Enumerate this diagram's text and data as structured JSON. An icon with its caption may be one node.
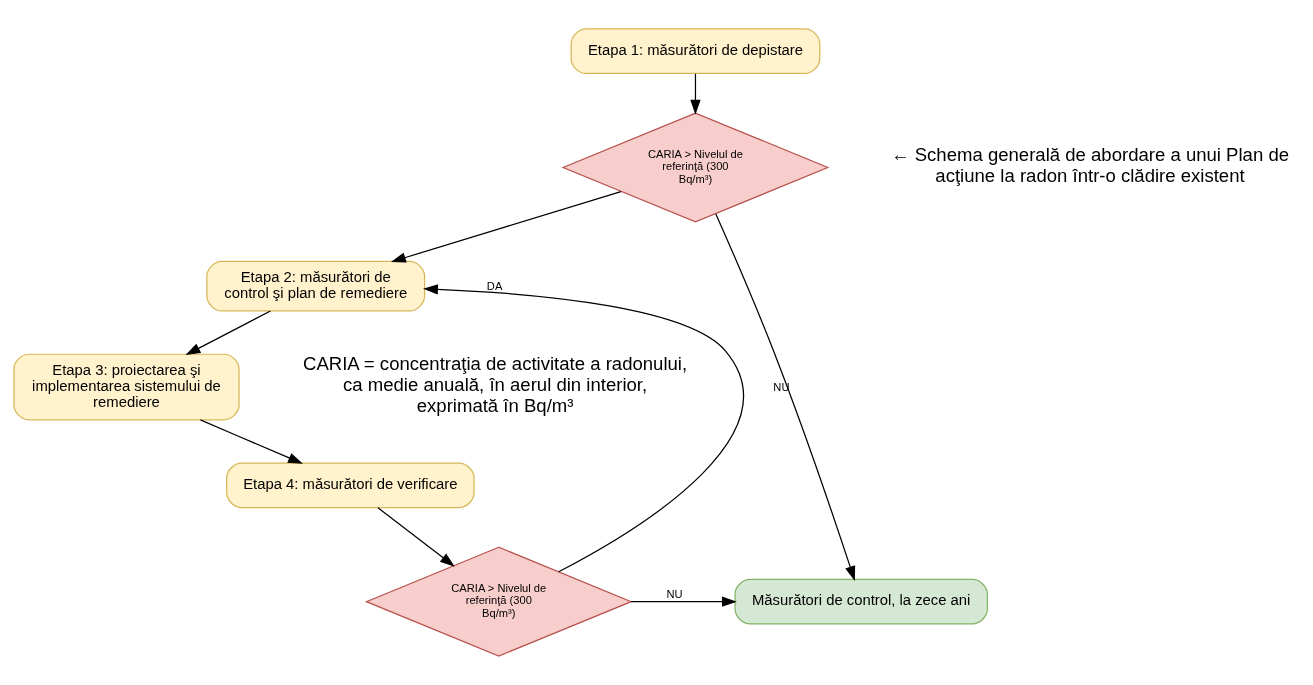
{
  "diagram": {
    "nodes": [
      {
        "text": [
          "Etapa 1: măsurători de depistare"
        ]
      },
      {
        "text": [
          "CARIA > Nivelul de referinţă (300 Bq/m³)"
        ]
      },
      {
        "text": [
          "Etapa 2: măsurători de control şi plan de remediere"
        ]
      },
      {
        "text": [
          "Etapa 3: proiectarea şi implementarea sistemului de remediere"
        ]
      },
      {
        "text": [
          "Etapa 4: măsurători de verificare"
        ]
      },
      {
        "text": [
          "CARIA > Nivelul de referinţă (300 Bq/m³)"
        ]
      },
      {
        "text": [
          "Măsurători de control, la zece ani"
        ]
      }
    ],
    "edges": [
      {
        "from": 0,
        "to": 1,
        "arrow": "to"
      },
      {
        "from": 1,
        "to": 6,
        "arrow": "to",
        "label": "NU"
      },
      {
        "from": 1,
        "to": 2,
        "arrow": "to"
      },
      {
        "from": 2,
        "to": 3,
        "arrow": "to"
      },
      {
        "from": 3,
        "to": 4,
        "arrow": "to"
      },
      {
        "from": 4,
        "to": 5,
        "arrow": "to"
      },
      {
        "from": 5,
        "to": 6,
        "arrow": "to",
        "label": "NU"
      },
      {
        "from": 5,
        "to": 2,
        "arrow": "to",
        "label": "DA"
      }
    ],
    "labels": [
      "← Schema generală de abordare a unui Plan de acţiune la radon într-o clădire existent",
      "CARIA = concentraţia de activitate a radonului, ca medie anuală, în aerul din interior, exprimată în Bq/m³"
    ]
  }
}
